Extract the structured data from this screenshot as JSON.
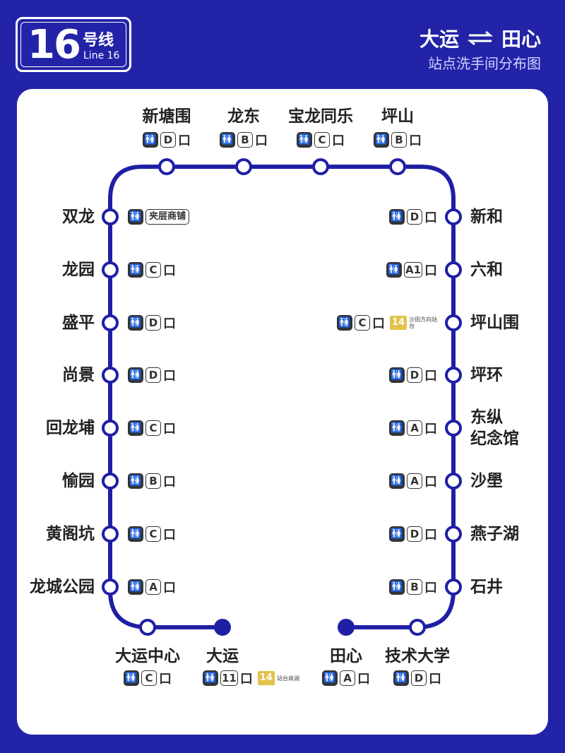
{
  "line": {
    "number": "16",
    "name_cn": "号线",
    "name_en": "Line 16"
  },
  "route": {
    "from": "大运",
    "to": "田心"
  },
  "subtitle": "站点洗手间分布图",
  "colors": {
    "line": "#1f1fa6",
    "background": "#2323a8",
    "accent_line14": "#e2c24a"
  },
  "icons": {
    "toilet": "toilet-icon",
    "direction": "bidirectional-arrow-icon"
  },
  "stations": [
    {
      "name": "新塘围",
      "facility": "D",
      "kou": "口"
    },
    {
      "name": "龙东",
      "facility": "B",
      "kou": "口"
    },
    {
      "name": "宝龙同乐",
      "facility": "C",
      "kou": "口"
    },
    {
      "name": "坪山",
      "facility": "B",
      "kou": "口"
    },
    {
      "name": "双龙",
      "facility": "夹层商铺",
      "kou": ""
    },
    {
      "name": "龙园",
      "facility": "C",
      "kou": "口"
    },
    {
      "name": "盛平",
      "facility": "D",
      "kou": "口"
    },
    {
      "name": "尚景",
      "facility": "D",
      "kou": "口"
    },
    {
      "name": "回龙埔",
      "facility": "C",
      "kou": "口"
    },
    {
      "name": "愉园",
      "facility": "B",
      "kou": "口"
    },
    {
      "name": "黄阁坑",
      "facility": "C",
      "kou": "口"
    },
    {
      "name": "龙城公园",
      "facility": "A",
      "kou": "口"
    },
    {
      "name": "新和",
      "facility": "D",
      "kou": "口"
    },
    {
      "name": "六和",
      "facility": "A1",
      "kou": "口"
    },
    {
      "name": "坪山围",
      "facility": "C",
      "kou": "口",
      "line14": "14",
      "line14_note": "沙田方向站台"
    },
    {
      "name": "坪环",
      "facility": "D",
      "kou": "口"
    },
    {
      "name": "东纵纪念馆",
      "name_line1": "东纵",
      "name_line2": "纪念馆",
      "facility": "A",
      "kou": "口"
    },
    {
      "name": "沙壆",
      "facility": "A",
      "kou": "口"
    },
    {
      "name": "燕子湖",
      "facility": "D",
      "kou": "口"
    },
    {
      "name": "石井",
      "facility": "B",
      "kou": "口"
    },
    {
      "name": "大运中心",
      "facility": "C",
      "kou": "口"
    },
    {
      "name": "大运",
      "facility": "11",
      "kou": "口",
      "line14": "14",
      "line14_note": "站台商湖"
    },
    {
      "name": "田心",
      "facility": "A",
      "kou": "口"
    },
    {
      "name": "技术大学",
      "facility": "D",
      "kou": "口"
    }
  ]
}
